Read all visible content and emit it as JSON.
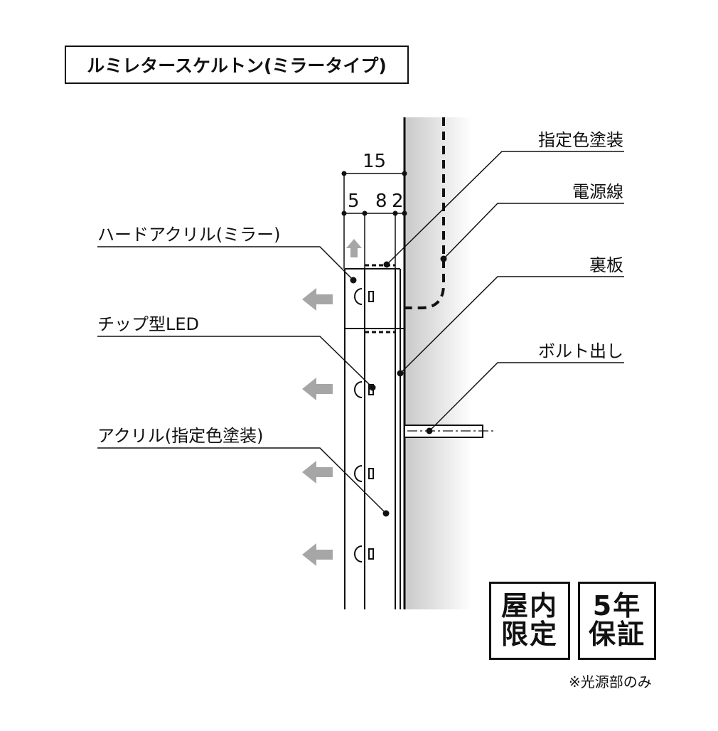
{
  "title": "ルミレタースケルトン(ミラータイプ)",
  "labels": {
    "specified_paint": "指定色塗装",
    "power_cable": "電源線",
    "back_plate": "裏板",
    "bolt": "ボルト出し",
    "hard_acrylic_mirror": "ハードアクリル(ミラー)",
    "chip_led": "チップ型LED",
    "acrylic_painted": "アクリル(指定色塗装)"
  },
  "dimensions": {
    "total": "15",
    "part_a": "5",
    "part_b": "8",
    "part_c": "2"
  },
  "badges": {
    "indoor_line1": "屋内",
    "indoor_line2": "限定",
    "warranty_line1": "5年",
    "warranty_line2": "保証"
  },
  "note": "※光源部のみ",
  "colors": {
    "line": "#111111",
    "arrow": "#a6a6a6",
    "wall_gradient_start": "#c8c8c8",
    "wall_gradient_end": "#ffffff"
  }
}
